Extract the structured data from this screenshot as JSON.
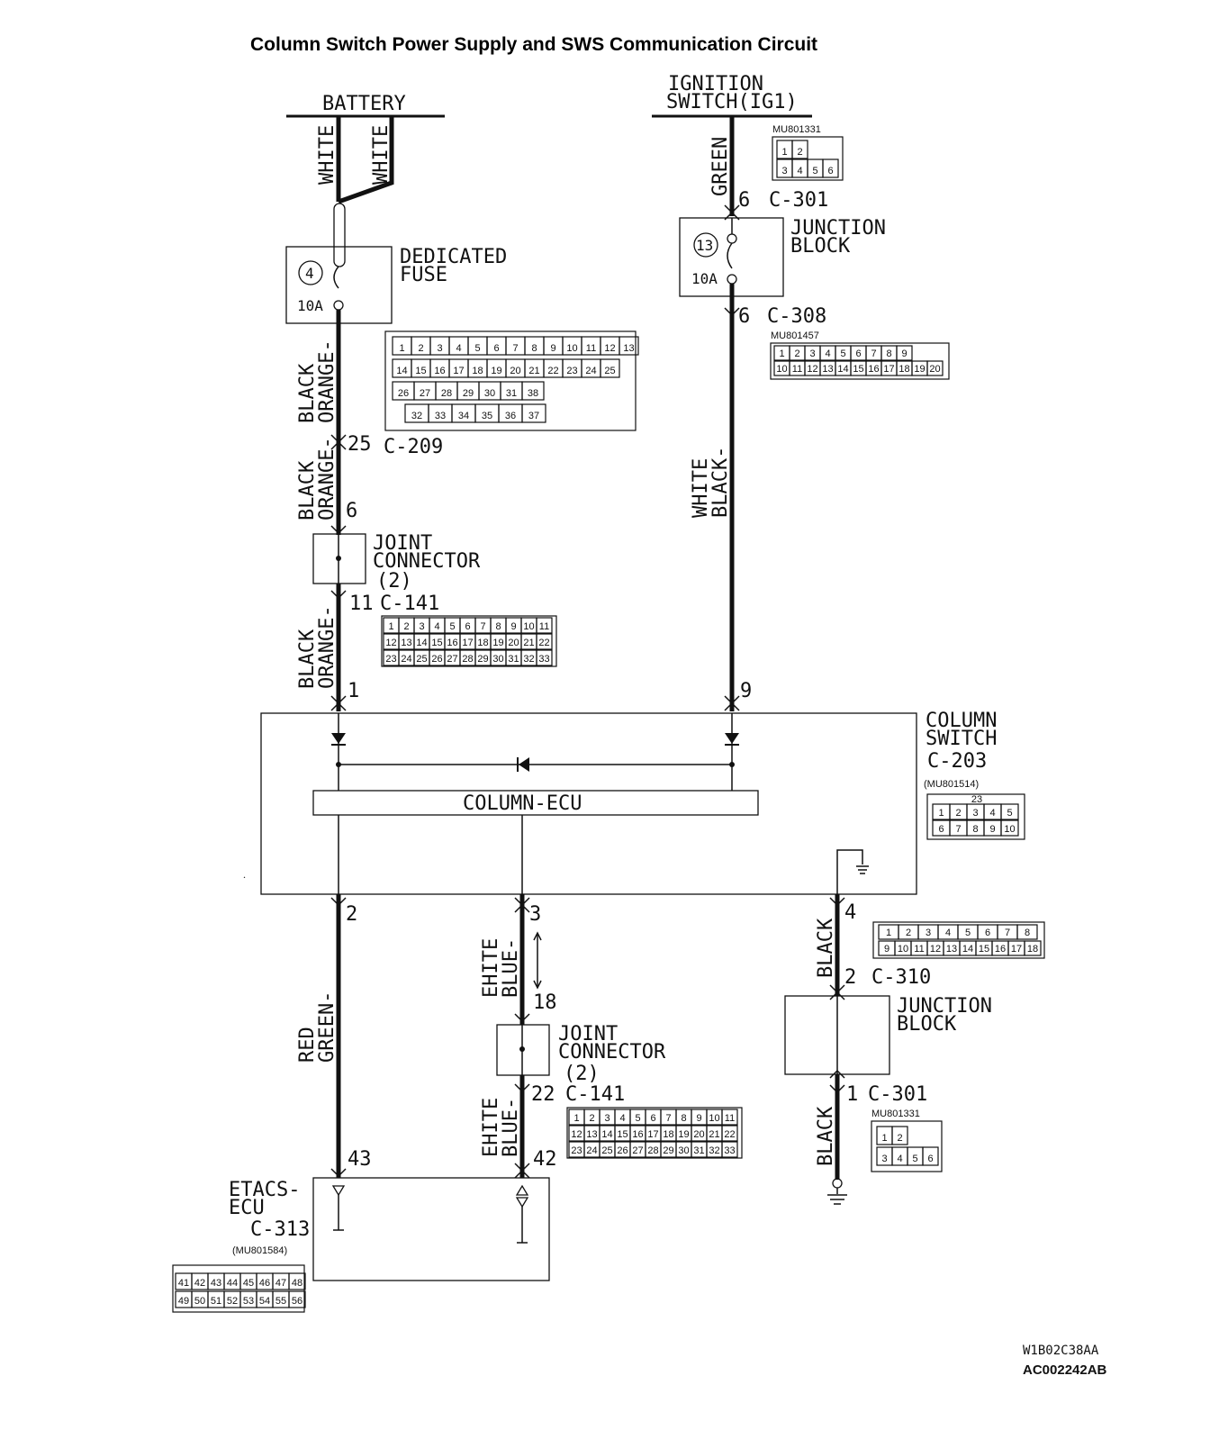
{
  "title": "Column Switch Power Supply and SWS Communication Circuit",
  "battery": {
    "label": "BATTERY",
    "wire_left": "WHITE",
    "wire_right": "WHITE"
  },
  "ignition": {
    "line1": "IGNITION",
    "line2": "SWITCH(IG1)"
  },
  "dedicated_fuse": {
    "line1": "DEDICATED",
    "line2": "FUSE",
    "number": "4",
    "rating": "10A"
  },
  "junction_block_top": {
    "line1": "JUNCTION",
    "line2": "BLOCK",
    "number": "13",
    "rating": "10A"
  },
  "junction_block_bottom": {
    "line1": "JUNCTION",
    "line2": "BLOCK"
  },
  "joint_connector_top": {
    "line1": "JOINT",
    "line2": "CONNECTOR",
    "line3": "(2)"
  },
  "joint_connector_bottom": {
    "line1": "JOINT",
    "line2": "CONNECTOR",
    "line3": "(2)"
  },
  "column_switch": {
    "line1": "COLUMN",
    "line2": "SWITCH",
    "connector": "C-203",
    "part": "(MU801514)"
  },
  "column_ecu": {
    "label": "COLUMN-ECU"
  },
  "etacs": {
    "line1": "ETACS-",
    "line2": "ECU",
    "connector": "C-313",
    "part": "(MU801584)"
  },
  "wires": {
    "green": "GREEN",
    "orange_black_1a": "ORANGE-",
    "orange_black_1b": "BLACK",
    "orange_black_2a": "ORANGE-",
    "orange_black_2b": "BLACK",
    "orange_black_3a": "ORANGE-",
    "orange_black_3b": "BLACK",
    "black_white_a": "BLACK-",
    "black_white_b": "WHITE",
    "green_red_a": "GREEN-",
    "green_red_b": "RED",
    "blue_white_1a": "BLUE-",
    "blue_white_1b": "EHITE",
    "blue_white_2a": "BLUE-",
    "blue_white_2b": "EHITE",
    "black_1": "BLACK",
    "black_2": "BLACK"
  },
  "pins": {
    "c301_top": "6",
    "c308": "6",
    "c209": "25",
    "jc_in": "6",
    "c141_top": "11",
    "col_1": "1",
    "col_9": "9",
    "col_2": "2",
    "col_3": "3",
    "col_4": "4",
    "jc2_in": "18",
    "c141_bot": "22",
    "c310": "2",
    "c301_bot": "1",
    "etacs_43": "43",
    "etacs_42": "42"
  },
  "connectors": {
    "c301_top": "C-301",
    "c308": "C-308",
    "c209": "C-209",
    "c141_top": "C-141",
    "c141_bot": "C-141",
    "c310": "C-310",
    "c301_bot": "C-301"
  },
  "part_numbers": {
    "mu801331_top": "MU801331",
    "mu801457": "MU801457",
    "mu801331_bot": "MU801331"
  },
  "connector_faces": {
    "c301_row1": [
      "1",
      "2"
    ],
    "c301_row2": [
      "3",
      "4",
      "5",
      "6"
    ],
    "c308_row1": [
      "1",
      "2",
      "3",
      "4",
      "5",
      "6",
      "7",
      "8",
      "9"
    ],
    "c308_row2": [
      "10",
      "11",
      "12",
      "13",
      "14",
      "15",
      "16",
      "17",
      "18",
      "19",
      "20"
    ],
    "c209_row1": [
      "1",
      "2",
      "3",
      "4",
      "5",
      "6",
      "7",
      "8",
      "9",
      "10",
      "11",
      "12",
      "13"
    ],
    "c209_row2": [
      "14",
      "15",
      "16",
      "17",
      "18",
      "19",
      "20",
      "21",
      "22",
      "23",
      "24",
      "25"
    ],
    "c209_row3": [
      "26",
      "27",
      "28",
      "29",
      "30",
      "31",
      "38"
    ],
    "c209_row4": [
      "32",
      "33",
      "34",
      "35",
      "36",
      "37"
    ],
    "c141_row1": [
      "1",
      "2",
      "3",
      "4",
      "5",
      "6",
      "7",
      "8",
      "9",
      "10",
      "11"
    ],
    "c141_row2": [
      "12",
      "13",
      "14",
      "15",
      "16",
      "17",
      "18",
      "19",
      "20",
      "21",
      "22"
    ],
    "c141_row3": [
      "23",
      "24",
      "25",
      "26",
      "27",
      "28",
      "29",
      "30",
      "31",
      "32",
      "33"
    ],
    "c203_row1": [
      "1",
      "2",
      "3",
      "4",
      "5"
    ],
    "c203_row2": [
      "6",
      "7",
      "8",
      "9",
      "10"
    ],
    "c203_tab": "23",
    "c310_row1": [
      "1",
      "2",
      "3",
      "4",
      "5",
      "6",
      "7",
      "8"
    ],
    "c310_row2": [
      "9",
      "10",
      "11",
      "12",
      "13",
      "14",
      "15",
      "16",
      "17",
      "18"
    ],
    "c313_row1": [
      "41",
      "42",
      "43",
      "44",
      "45",
      "46",
      "47",
      "48"
    ],
    "c313_row2": [
      "49",
      "50",
      "51",
      "52",
      "53",
      "54",
      "55",
      "56"
    ]
  },
  "footer": {
    "code1": "W1B02C38AA",
    "code2": "AC002242AB"
  }
}
